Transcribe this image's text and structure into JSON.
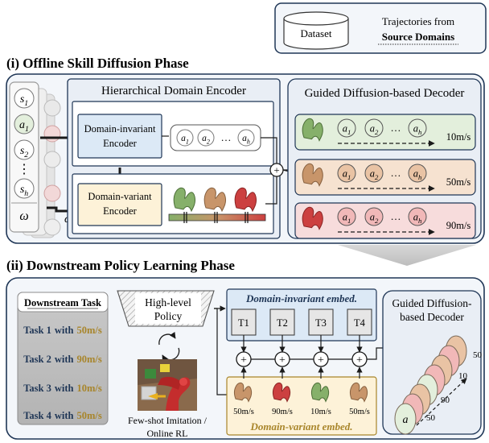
{
  "dataset": {
    "cylinder_label": "Dataset",
    "caption_line1": "Trajectories from",
    "caption_line2": "Source Domains"
  },
  "phase1": {
    "title": "(i) Offline Skill Diffusion Phase",
    "sequence": [
      "s",
      "a",
      "s",
      "⋮",
      "s",
      "ω"
    ],
    "sequence_subscripts": [
      "1",
      "1",
      "2",
      "",
      "h",
      ""
    ],
    "encoder": {
      "title": "Hierarchical Domain Encoder",
      "invariant_label_1": "Domain-invariant",
      "invariant_label_2": "Encoder",
      "variant_label_1": "Domain-variant",
      "variant_label_2": "Encoder",
      "omega": "ω",
      "skill_tokens": [
        "a",
        "a",
        "a"
      ],
      "skill_subscripts": [
        "1",
        "2",
        "h"
      ],
      "ellipsis": "…"
    },
    "decoder": {
      "title": "Guided Diffusion-based Decoder",
      "rows": [
        {
          "speed": "10m/s",
          "color": "#e3efdc",
          "ink": "#6a9a52"
        },
        {
          "speed": "50m/s",
          "color": "#f6e2d0",
          "ink": "#b07850"
        },
        {
          "speed": "90m/s",
          "color": "#f7dcdc",
          "ink": "#c23a3a"
        }
      ],
      "tokens": [
        "a",
        "a",
        "a"
      ],
      "token_subscripts": [
        "1",
        "2",
        "h"
      ],
      "ellipsis": "…"
    },
    "plus": "+"
  },
  "phase2": {
    "title": "(ii) Downstream Policy Learning Phase",
    "task_box": {
      "header": "Downstream Task",
      "tasks": [
        {
          "name": "Task 1",
          "with": "with",
          "speed": "50m/s"
        },
        {
          "name": "Task 2",
          "with": "with",
          "speed": "90m/s"
        },
        {
          "name": "Task 3",
          "with": "with",
          "speed": "10m/s"
        },
        {
          "name": "Task 4",
          "with": "with",
          "speed": "50m/s"
        }
      ]
    },
    "policy_line1": "High-level",
    "policy_line2": "Policy",
    "rl_line1": "Few-shot Imitation /",
    "rl_line2": "Online RL",
    "invariant_title": "Domain-invariant embed.",
    "embeds": [
      "T1",
      "T2",
      "T3",
      "T4"
    ],
    "variant_title": "Domain-variant embed.",
    "variant_speeds": [
      "50m/s",
      "90m/s",
      "10m/s",
      "50m/s"
    ],
    "decoder_line1": "Guided Diffusion-",
    "decoder_line2": "based Decoder",
    "stack_token": "a",
    "stack_labels": [
      "50",
      "10",
      "90",
      "50"
    ]
  },
  "colors": {
    "navy": "#1f3656",
    "panel_bg": "#f3f6fa",
    "inner_bg": "#e9eef5",
    "invariant_bg": "#dce9f6",
    "variant_bg": "#fdf2d8",
    "gold": "#a8852a",
    "green": "#86b06a",
    "tan": "#c8956a",
    "red": "#cc4040"
  }
}
